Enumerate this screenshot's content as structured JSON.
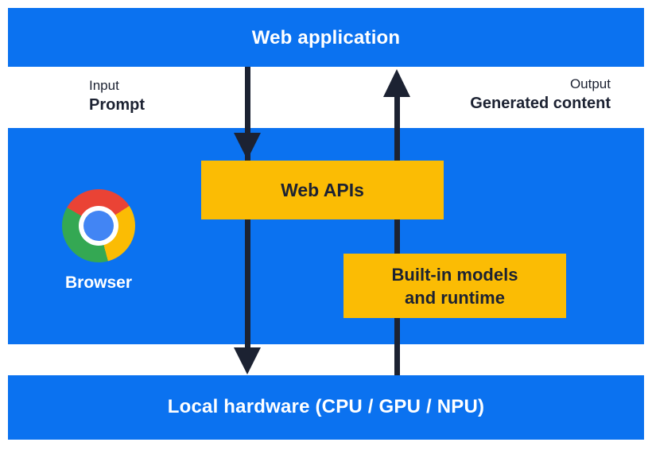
{
  "colors": {
    "band_blue": "#0B72F0",
    "box_yellow": "#FBBC04",
    "ink": "#1C2232",
    "text_white": "#FFFFFF",
    "chrome_red": "#EA4335",
    "chrome_yellow": "#FBBC04",
    "chrome_green": "#34A853",
    "chrome_blue": "#4285F4"
  },
  "top_band": {
    "label": "Web application"
  },
  "flow_labels": {
    "input_title": "Input",
    "input_value": "Prompt",
    "output_title": "Output",
    "output_value": "Generated content"
  },
  "browser_band": {
    "browser_label": "Browser",
    "web_apis_label": "Web APIs",
    "builtin_models_label": "Built-in models\nand runtime"
  },
  "bottom_band": {
    "label": "Local hardware (CPU / GPU / NPU)"
  }
}
